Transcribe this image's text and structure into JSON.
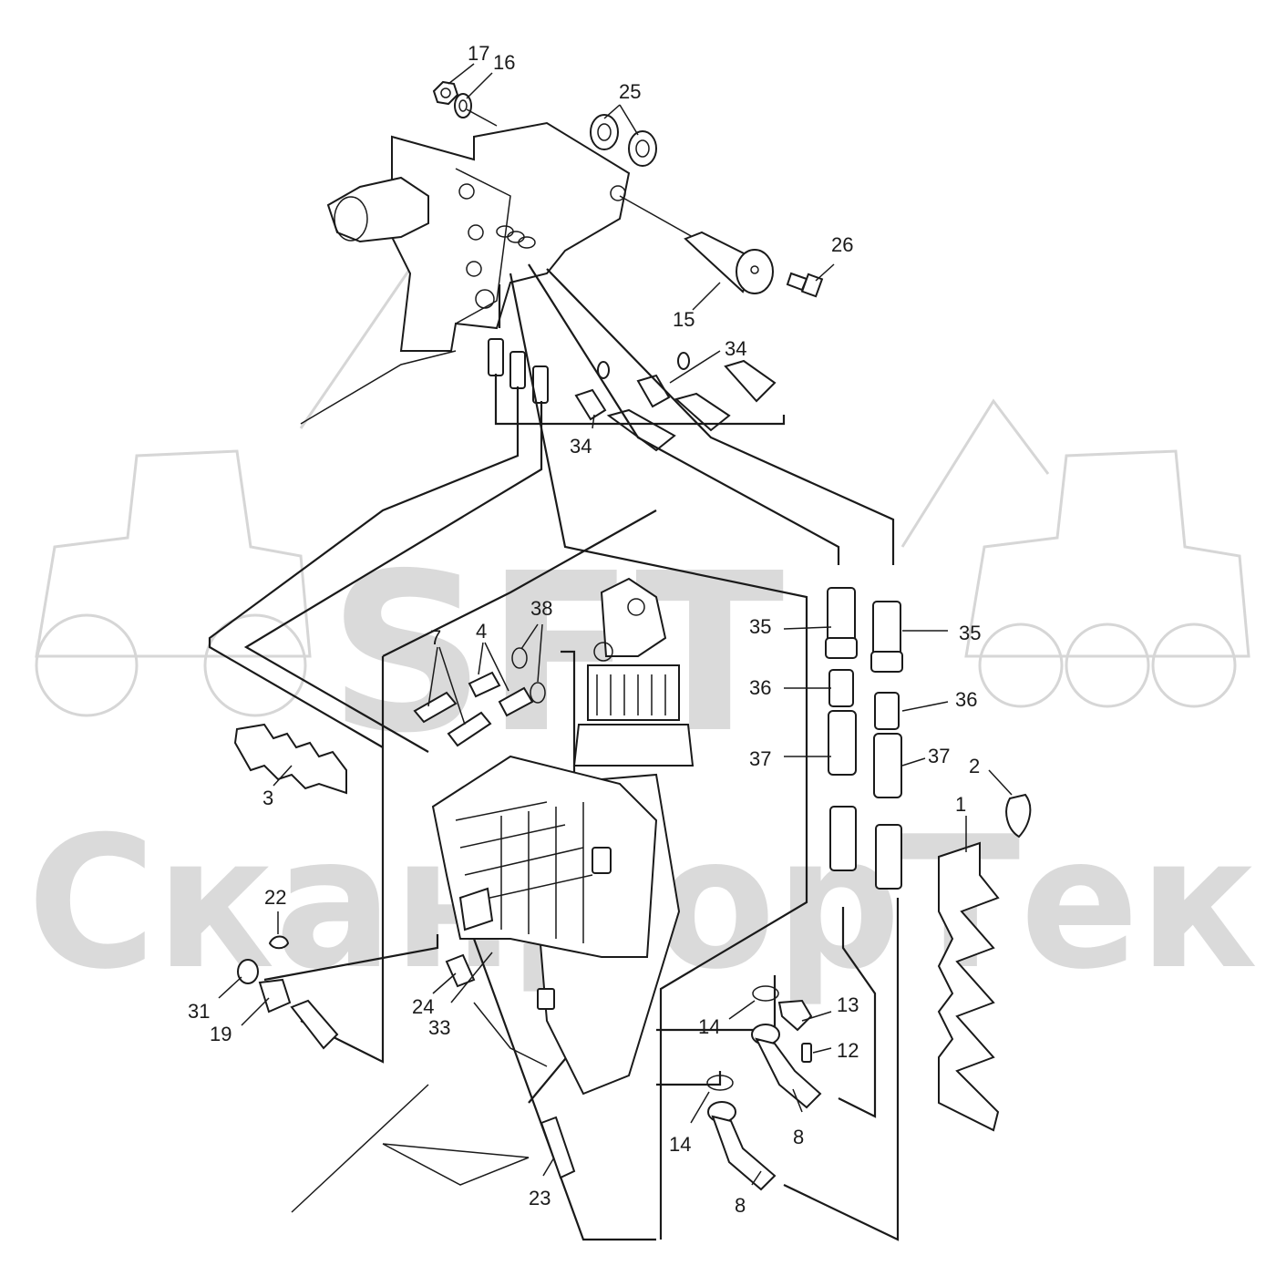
{
  "watermark": {
    "logo_text": "SFT",
    "company_text": "СкандорТек",
    "color": "#bdbdbd"
  },
  "callouts": [
    "17",
    "16",
    "25",
    "26",
    "15",
    "34",
    "34",
    "35",
    "35",
    "36",
    "36",
    "37",
    "37",
    "2",
    "1",
    "38",
    "4",
    "7",
    "3",
    "22",
    "31",
    "19",
    "24",
    "33",
    "14",
    "13",
    "12",
    "14",
    "8",
    "8",
    "23"
  ]
}
